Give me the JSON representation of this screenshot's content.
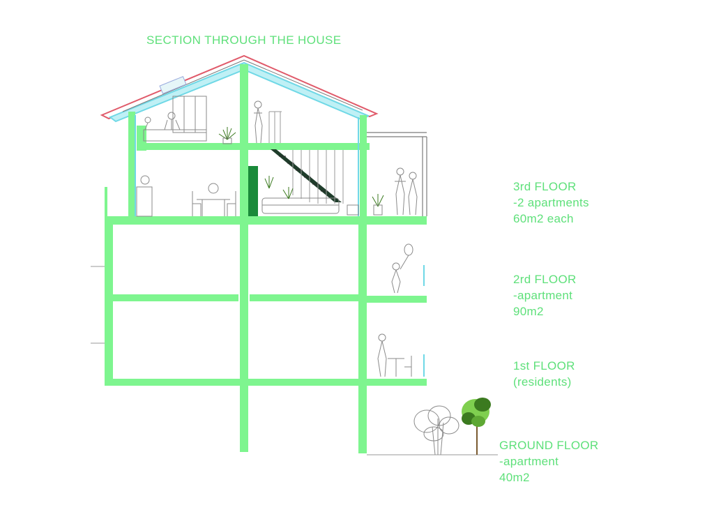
{
  "title": "SECTION THROUGH THE HOUSE",
  "floors": [
    {
      "name": "3rd FLOOR",
      "lines": [
        "-2 apartments",
        "60m2 each"
      ]
    },
    {
      "name": "2rd FLOOR",
      "lines": [
        "-apartment",
        "90m2"
      ]
    },
    {
      "name": "1st FLOOR",
      "lines": [
        "(residents)"
      ]
    },
    {
      "name": "GROUND FLOOR",
      "lines": [
        "-apartment",
        "40m2"
      ]
    }
  ],
  "colors": {
    "structure": "#7ef58f",
    "label": "#5ee07a",
    "roof_red": "#e05a6a",
    "roof_insulation": "#6fd8e6",
    "stair_dark": "#1a8a3a",
    "outline": "#7a7a7a",
    "tree_dark": "#3b7a1f",
    "tree_light": "#7fcf4f"
  },
  "icons": [
    "people-figure-icon",
    "plant-icon",
    "tree-icon",
    "balloon-icon",
    "stair-icon",
    "chair-icon",
    "table-icon",
    "sofa-icon"
  ]
}
